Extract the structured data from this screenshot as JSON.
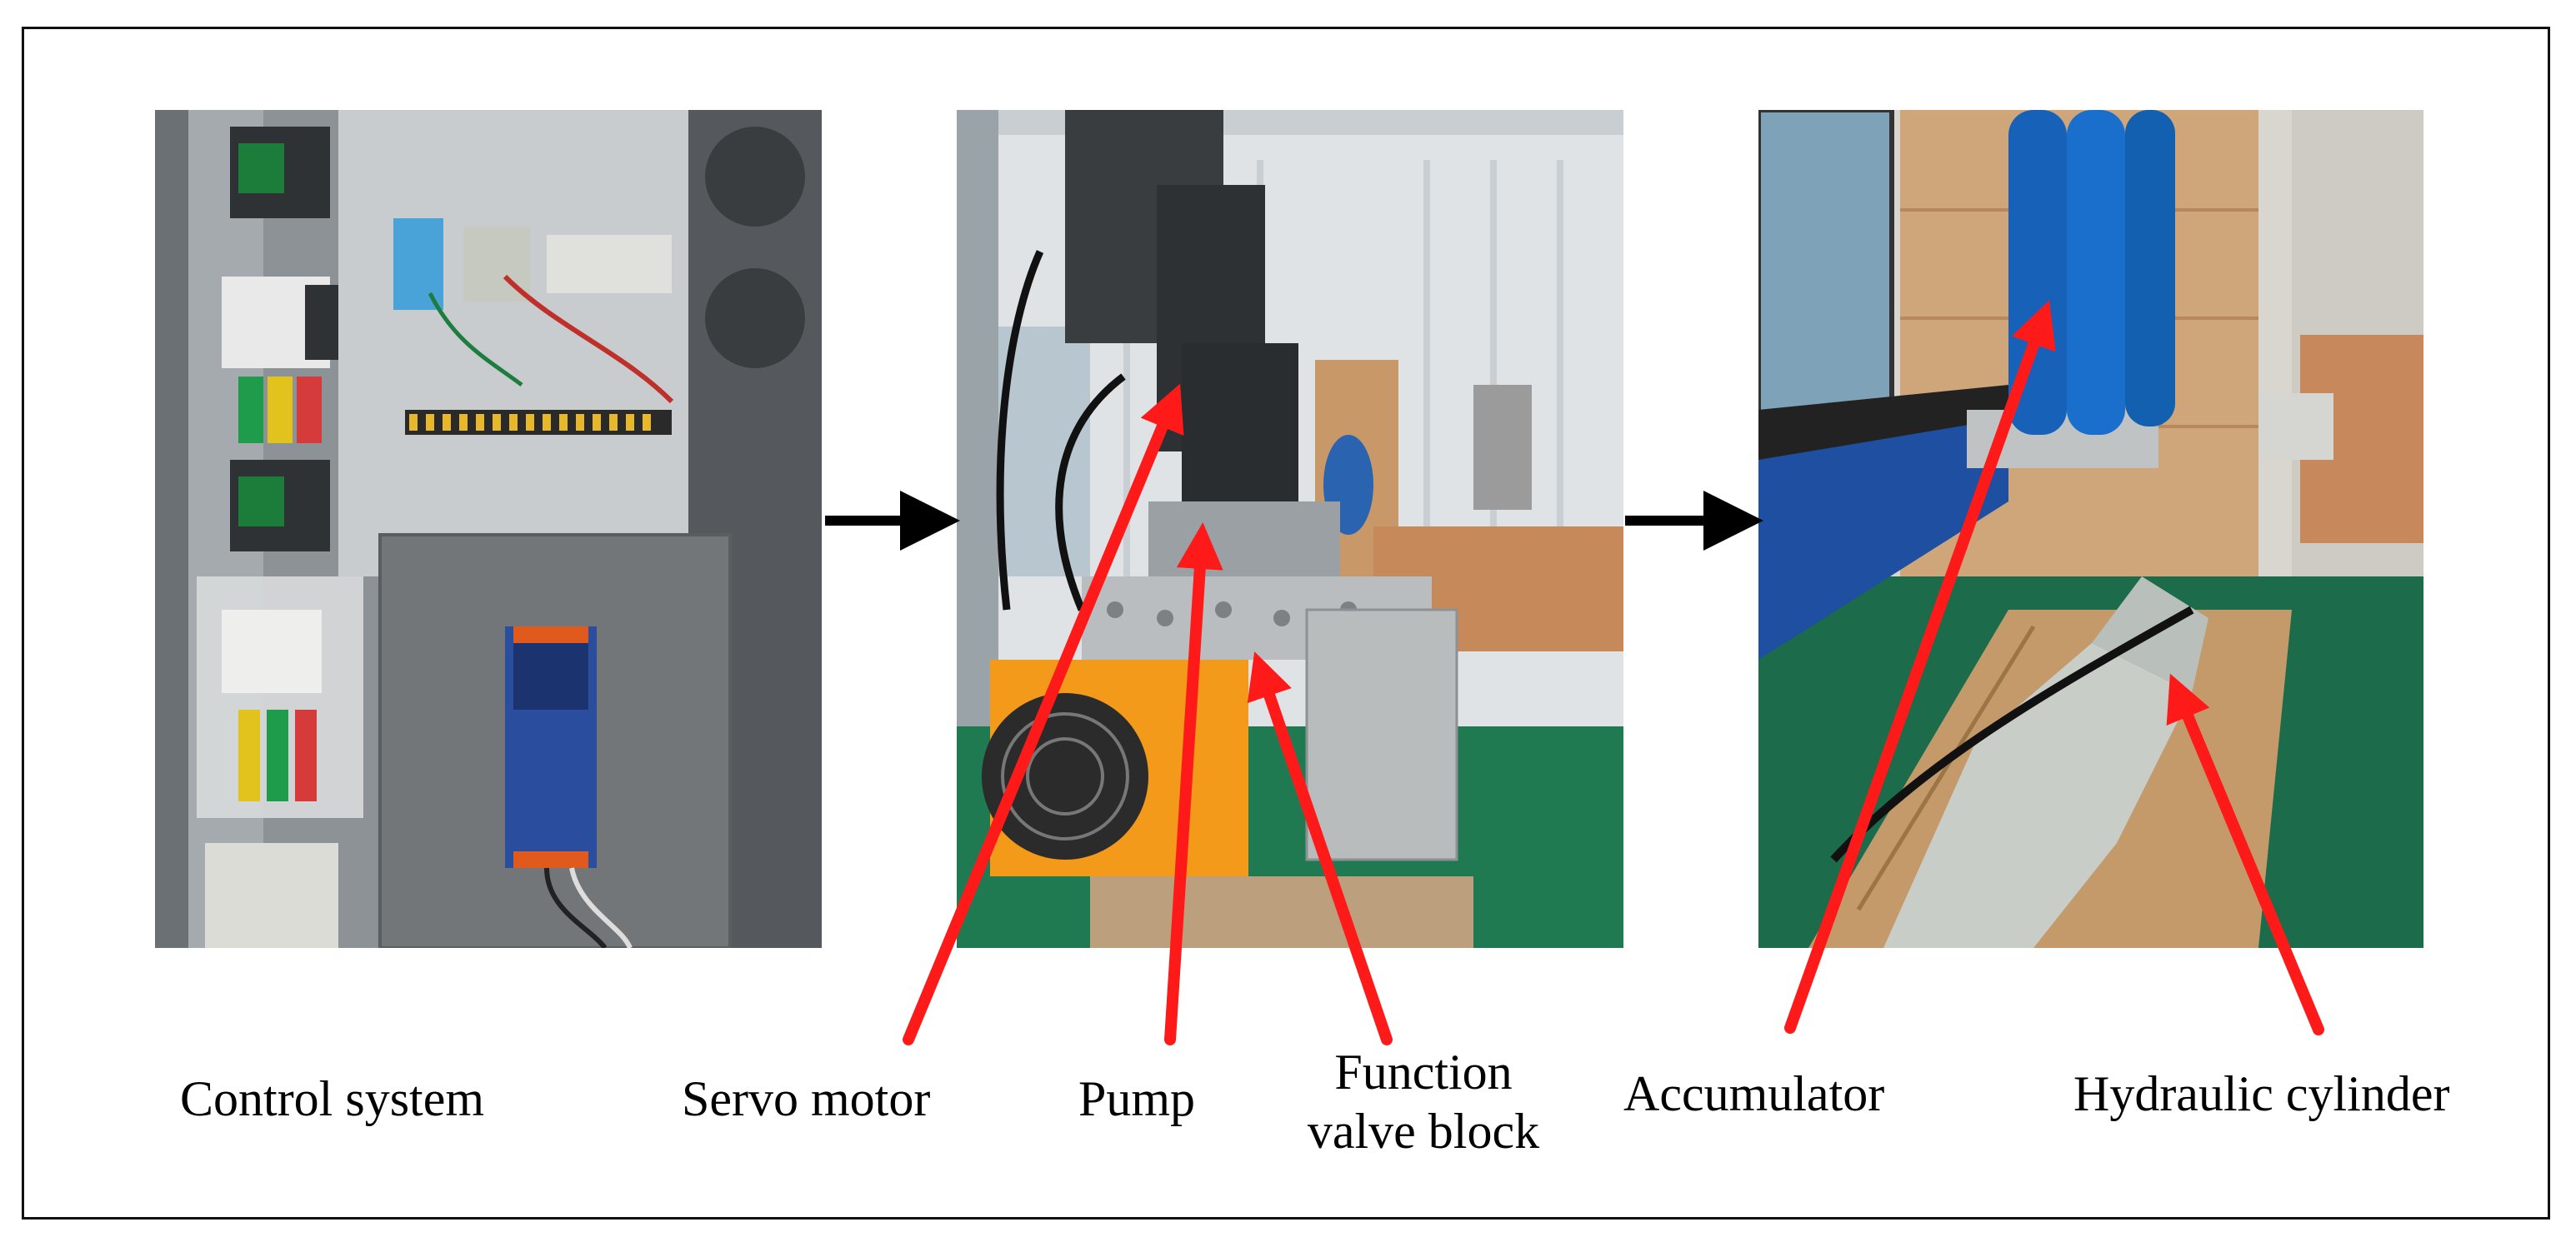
{
  "labels": {
    "control_system": "Control system",
    "servo_motor": "Servo motor",
    "pump": "Pump",
    "function_valve_block": "Function valve block",
    "accumulator": "Accumulator",
    "hydraulic_cylinder": "Hydraulic cylinder"
  },
  "colors": {
    "callout_arrow": "#ff1a1a",
    "flow_arrow": "#000000",
    "frame": "#111111"
  },
  "icons": {
    "flow_arrow": "right-arrow-icon",
    "callout": "red-callout-arrow"
  }
}
